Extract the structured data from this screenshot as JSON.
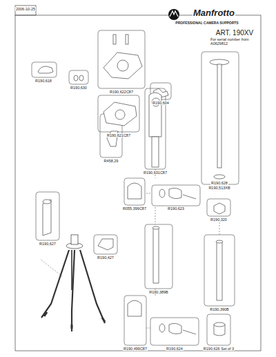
{
  "diagram": {
    "labels": [
      "2006-10-25",
      "Manfrotto",
      "PROFESSIONAL CAMERA SUPPORTS",
      "ART. 190XV",
      "For serial number from A0629812",
      "R190,618",
      "R190,630",
      "R190,622C87",
      "R190,604",
      "R190,621C87",
      "R458,29",
      "R190,631C87",
      "R190,628",
      "R190,513XB",
      "R055,399C87",
      "R190,623",
      "R190,320",
      "R190,627",
      "R190,427",
      "R190,389B",
      "R190,499C87",
      "R190,624",
      "R190,390B",
      "R190,626 Set of 3"
    ]
  }
}
